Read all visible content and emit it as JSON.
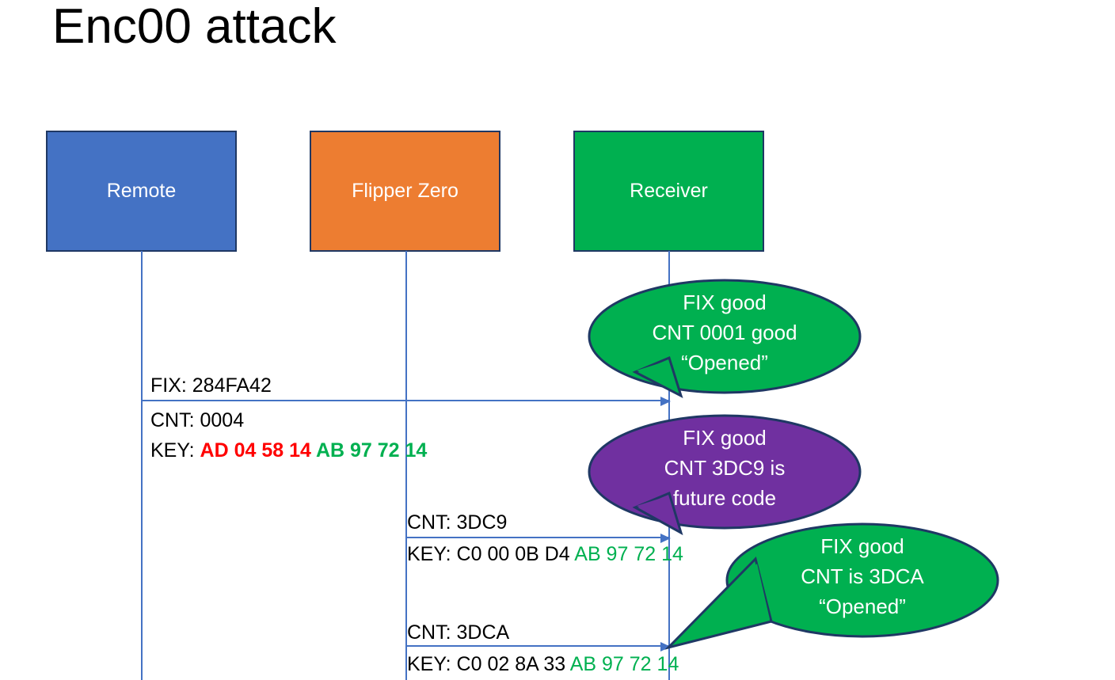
{
  "slide": {
    "title": "Enc00 attack"
  },
  "colors": {
    "remote_blue": "#4472C4",
    "flipper_orange": "#ED7D31",
    "receiver_green": "#00B050",
    "callout_purple": "#7030A0",
    "box_outline": "#1F3864",
    "key_red": "#FF0000",
    "key_green": "#00B050",
    "lifeline": "#4472C4"
  },
  "actors": [
    {
      "id": "remote",
      "label": "Remote"
    },
    {
      "id": "flipper",
      "label": "Flipper Zero"
    },
    {
      "id": "receiver",
      "label": "Receiver"
    }
  ],
  "messages": [
    {
      "id": "msg1",
      "from": "remote",
      "to": "receiver",
      "fix_line": "FIX: 284FA42",
      "cnt_line": "CNT: 0004",
      "key_label": "KEY: ",
      "key_first_half": "AD 04 58 14 ",
      "key_second_half": "AB 97 72 14",
      "key_first_color": "red",
      "key_second_color": "green"
    },
    {
      "id": "msg2",
      "from": "flipper",
      "to": "receiver",
      "cnt_line": "CNT: 3DC9",
      "key_label": "KEY: ",
      "key_first_half": "C0 00 0B D4 ",
      "key_second_half": "AB 97 72 14",
      "key_first_color": "black",
      "key_second_color": "green"
    },
    {
      "id": "msg3",
      "from": "flipper",
      "to": "receiver",
      "cnt_line": "CNT: 3DCA",
      "key_label": "KEY: ",
      "key_first_half": "C0 02 8A 33 ",
      "key_second_half": "AB 97 72 14",
      "key_first_color": "black",
      "key_second_color": "green"
    }
  ],
  "callouts": [
    {
      "id": "callout1",
      "fill": "#00B050",
      "line1": "FIX good",
      "line2": "CNT 0001 good",
      "line3": "“Opened”"
    },
    {
      "id": "callout2",
      "fill": "#7030A0",
      "line1": "FIX good",
      "line2": "CNT 3DC9 is",
      "line3": "future code"
    },
    {
      "id": "callout3",
      "fill": "#00B050",
      "line1": "FIX good",
      "line2": "CNT is 3DCA",
      "line3": "“Opened”"
    }
  ]
}
